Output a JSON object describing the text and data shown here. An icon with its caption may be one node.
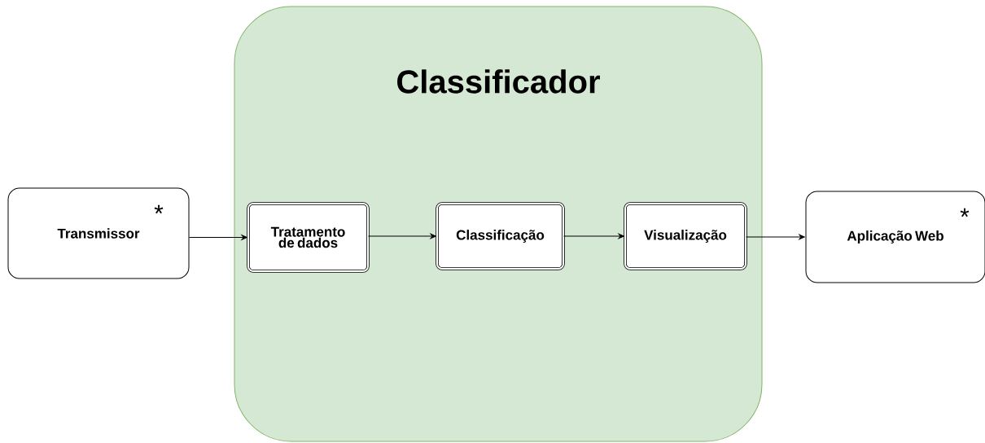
{
  "diagram": {
    "nodes": [
      {
        "text": [
          "Classificador"
        ]
      },
      {
        "text": [
          "Transmissor",
          "*"
        ]
      },
      {
        "text": [
          "Tratamento de dados"
        ],
        "in": 0
      },
      {
        "text": [
          "Classificação"
        ],
        "in": 0
      },
      {
        "text": [
          "Visualização"
        ],
        "in": 0
      },
      {
        "text": [
          "Aplicação Web",
          "*"
        ]
      }
    ],
    "edges": [
      {
        "from": 1,
        "to": 2,
        "arrow": "to"
      },
      {
        "from": 2,
        "to": 3,
        "arrow": "to"
      },
      {
        "from": 3,
        "to": 4,
        "arrow": "to"
      },
      {
        "from": 4,
        "to": 5,
        "arrow": "to"
      }
    ]
  }
}
